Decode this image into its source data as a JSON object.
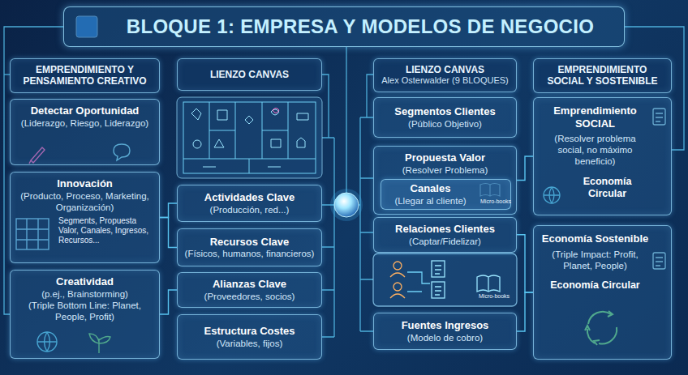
{
  "diagram": {
    "title": "BLOQUE 1: EMPRESA Y MODELOS DE NEGOCIO",
    "nodes": [
      {
        "text": [
          "EMPRENDIMIENTO Y PENSAMIENTO CREATIVO"
        ]
      },
      {
        "text": [
          "Detectar Oportunidad",
          "(Liderazgo, Riesgo, Liderazgo)"
        ]
      },
      {
        "text": [
          "Innovación",
          "(Producto, Proceso, Marketing, Organización)",
          "Segments, Propuesta Valor, Canales, Ingresos, Recursos..."
        ]
      },
      {
        "text": [
          "Creatividad",
          "(p.ej., Brainstorming)",
          "(Triple Bottom Line: Planet, People, Profit)"
        ]
      },
      {
        "text": [
          "LIENZO CANVAS"
        ]
      },
      {
        "text": [
          "Actividades Clave",
          "(Producción, red...)"
        ]
      },
      {
        "text": [
          "Recursos Clave",
          "(Físicos, humanos, financieros)"
        ]
      },
      {
        "text": [
          "Alianzas Clave",
          "(Proveedores, socios)"
        ]
      },
      {
        "text": [
          "Estructura Costes",
          "(Variables, fijos)"
        ]
      },
      {
        "text": [
          "LIENZO CANVAS",
          "Alex Osterwalder (9 BLOQUES)"
        ]
      },
      {
        "text": [
          "Segmentos Clientes",
          "(Público Objetivo)"
        ]
      },
      {
        "text": [
          "Propuesta Valor",
          "(Resolver Problema)"
        ]
      },
      {
        "text": [
          "Canales",
          "(Llegar al cliente)"
        ],
        "in": 11
      },
      {
        "text": [
          "Relaciones Clientes",
          "(Captar/Fidelizar)"
        ]
      },
      {
        "text": [
          "Fuentes Ingresos",
          "(Modelo de cobro)"
        ]
      },
      {
        "text": [
          "EMPRENDIMIENTO SOCIAL Y SOSTENIBLE"
        ]
      },
      {
        "text": [
          "Emprendimiento SOCIAL",
          "(Resolver problema social, no máximo beneficio)",
          "Economía Circular"
        ]
      },
      {
        "text": [
          "Economía Sostenible",
          "(Triple Impact: Profit, Planet, People)",
          "Economía Circular"
        ]
      }
    ],
    "edges": [
      {
        "from": 2,
        "to": 5,
        "arrow": "none"
      },
      {
        "from": 2,
        "to": 6,
        "arrow": "none"
      },
      {
        "from": 3,
        "to": 7,
        "arrow": "none"
      },
      {
        "from": 11,
        "to": 16,
        "arrow": "none"
      },
      {
        "from": 13,
        "to": 17,
        "arrow": "none"
      },
      {
        "from": 14,
        "to": 17,
        "arrow": "none"
      }
    ],
    "labels": [
      "Micro-books",
      "Micro-books"
    ]
  }
}
